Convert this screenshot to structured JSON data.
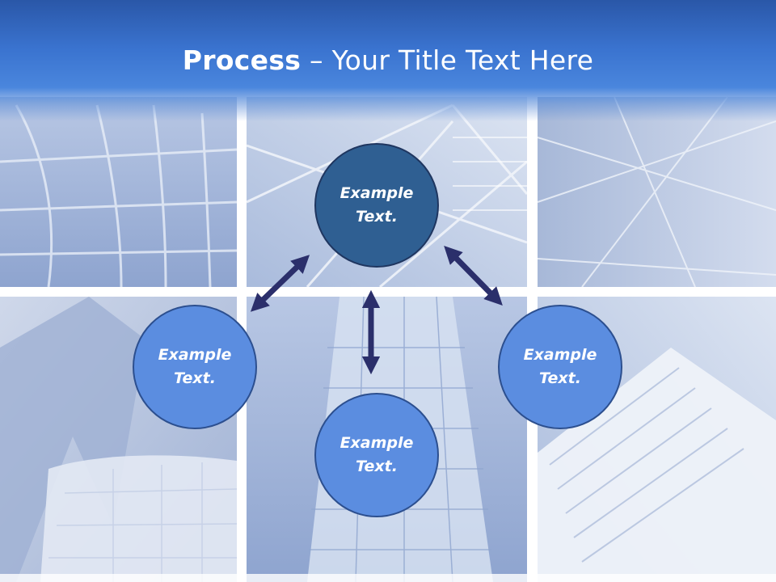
{
  "title": {
    "bold": "Process",
    "rest": " – Your Title Text Here"
  },
  "circles": {
    "top": "Example Text.",
    "left": "Example Text.",
    "right": "Example Text.",
    "bottom": "Example Text."
  },
  "colors": {
    "title_band": "#3a73cf",
    "circle_dark": "#2f5f92",
    "circle_light": "#5b8de0",
    "arrow": "#2b2f6b"
  }
}
